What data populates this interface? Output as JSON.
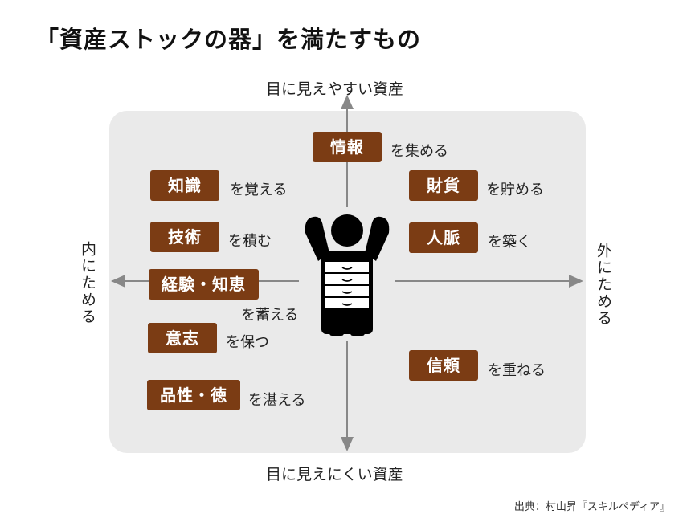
{
  "title": "「資産ストックの器」を満たすもの",
  "axes": {
    "top": "目に見えやすい資産",
    "bottom": "目に見えにくい資産",
    "left": "内にためる",
    "right": "外にためる"
  },
  "items": {
    "info": {
      "tag": "情報",
      "verb": "を集める"
    },
    "knowledge": {
      "tag": "知識",
      "verb": "を覚える"
    },
    "wealth": {
      "tag": "財貨",
      "verb": "を貯める"
    },
    "skill": {
      "tag": "技術",
      "verb": "を積む"
    },
    "network": {
      "tag": "人脈",
      "verb": "を築く"
    },
    "experience": {
      "tag": "経験・知恵",
      "verb": "を蓄える"
    },
    "will": {
      "tag": "意志",
      "verb": "を保つ"
    },
    "trust": {
      "tag": "信頼",
      "verb": "を重ねる"
    },
    "character": {
      "tag": "品性・徳",
      "verb": "を湛える"
    }
  },
  "source": "出典：村山昇『スキルペディア』",
  "colors": {
    "tag_bg": "#7b3c14",
    "panel_bg": "#eaeaea",
    "axis": "#888888"
  }
}
